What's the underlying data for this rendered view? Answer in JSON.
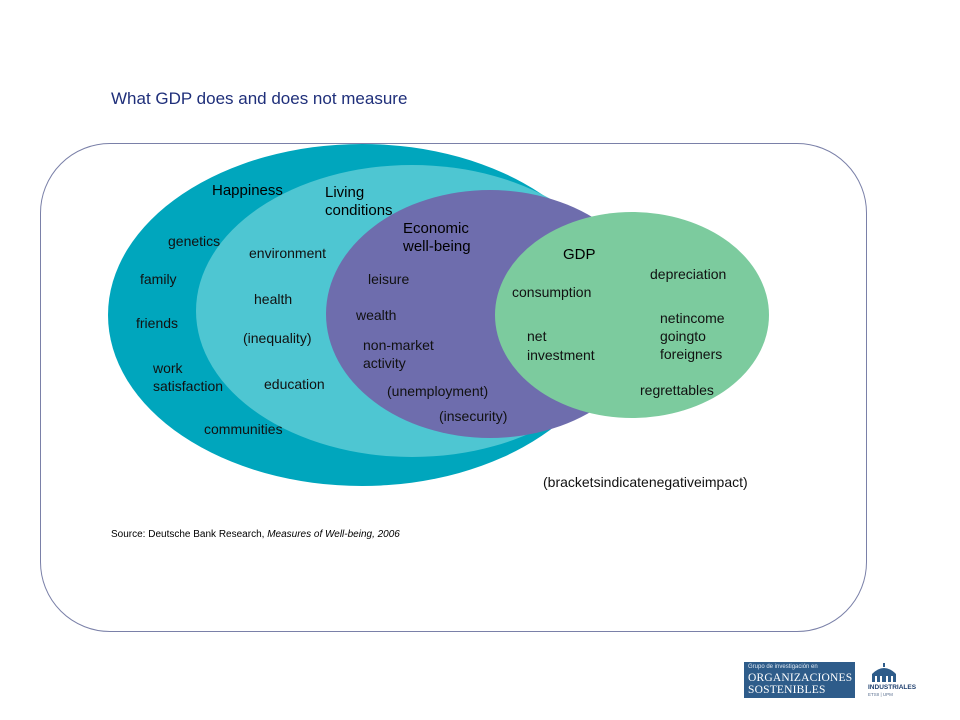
{
  "title": "What GDP does and does not measure",
  "sets": {
    "happiness": {
      "label": "Happiness",
      "items": [
        "genetics",
        "family",
        "friends",
        "work",
        "satisfaction",
        "communities"
      ]
    },
    "living": {
      "label_line1": "Living",
      "label_line2": "conditions",
      "items": [
        "environment",
        "health",
        "(inequality)",
        "education"
      ]
    },
    "economic": {
      "label_line1": "Economic",
      "label_line2": "well-being",
      "items": [
        "leisure",
        "wealth",
        "non-market",
        "activity",
        "(unemployment)",
        "(insecurity)"
      ]
    },
    "gdp": {
      "label": "GDP",
      "items": [
        "consumption",
        "net",
        "investment",
        "depreciation",
        "netincome",
        "goingto",
        "foreigners",
        "regrettables"
      ]
    }
  },
  "colors": {
    "happiness": "#00a6bd",
    "living": "#4ec6d2",
    "economic": "#6e6dad",
    "gdp": "#7ccb9e",
    "title": "#1f2f7a",
    "frame": "#7a80a8"
  },
  "note": "(bracketsindicatenegativeimpact)",
  "source": {
    "prefix": "Source: Deutsche Bank Research, ",
    "work": "Measures of Well-being, 2006"
  },
  "logo": {
    "line_small": "Grupo de investigación en",
    "line1": "ORGANIZACIONES",
    "line2": "SOSTENIBLES",
    "school": "INDUSTRIALES",
    "school_sub": "ETSII | UPM"
  }
}
